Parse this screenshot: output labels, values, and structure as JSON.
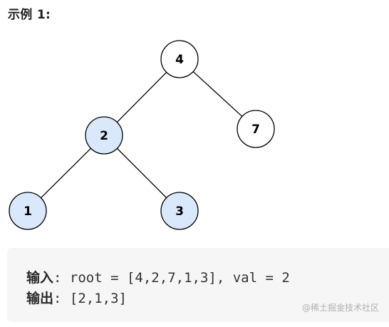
{
  "heading": "示例 1:",
  "tree": {
    "nodes": [
      {
        "id": "n4",
        "label": "4",
        "highlighted": false
      },
      {
        "id": "n2",
        "label": "2",
        "highlighted": true
      },
      {
        "id": "n7",
        "label": "7",
        "highlighted": false
      },
      {
        "id": "n1",
        "label": "1",
        "highlighted": true
      },
      {
        "id": "n3",
        "label": "3",
        "highlighted": true
      }
    ],
    "edges": [
      [
        "n4",
        "n2"
      ],
      [
        "n4",
        "n7"
      ],
      [
        "n2",
        "n1"
      ],
      [
        "n2",
        "n3"
      ]
    ],
    "colors": {
      "highlight_fill": "#dae8fc",
      "normal_fill": "#ffffff",
      "stroke": "#000000"
    }
  },
  "example": {
    "input_label": "输入",
    "input_value": "root = [4,2,7,1,3], val = 2",
    "output_label": "输出",
    "output_value": "[2,1,3]",
    "colon": ":"
  },
  "watermark": "@稀土掘金技术社区"
}
